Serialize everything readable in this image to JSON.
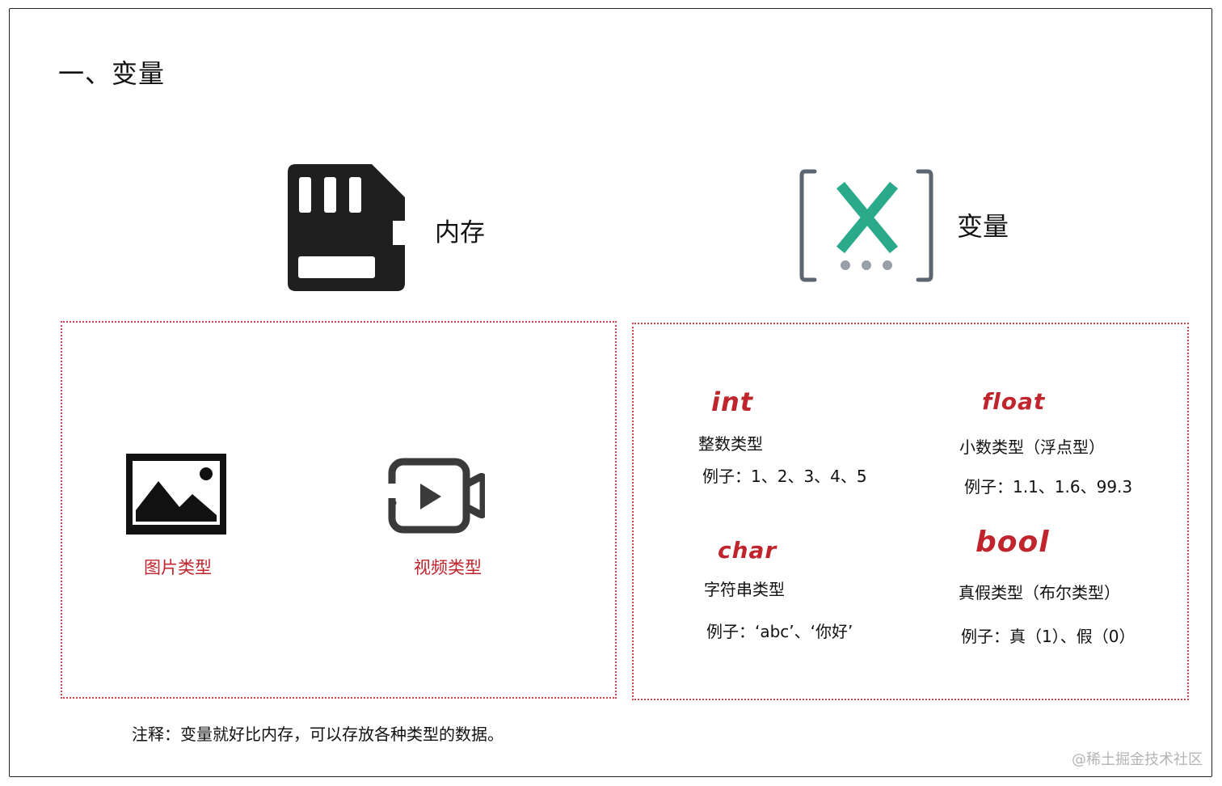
{
  "title": "一、变量",
  "memory": {
    "label": "内存",
    "icon": "sd-card-icon"
  },
  "variable": {
    "label": "变量",
    "icon": "variable-bracket-x-icon"
  },
  "left_box": {
    "picture": {
      "label": "图片类型",
      "icon": "picture-icon"
    },
    "video": {
      "label": "视频类型",
      "icon": "video-icon"
    }
  },
  "types": {
    "int": {
      "keyword": "int",
      "desc": "整数类型",
      "example": "例子：1、2、3、4、5"
    },
    "float": {
      "keyword": "float",
      "desc": "小数类型（浮点型）",
      "example": "例子：1.1、1.6、99.3"
    },
    "char": {
      "keyword": "char",
      "desc": "字符串类型",
      "example": "例子：‘abc’、‘你好’"
    },
    "bool": {
      "keyword": "bool",
      "desc": "真假类型（布尔类型）",
      "example": "例子：真（1）、假（0）"
    }
  },
  "note": "注释：变量就好比内存，可以存放各种类型的数据。",
  "watermark": "@稀土掘金技术社区",
  "colors": {
    "accent_red": "#c0242d",
    "dotted_border": "#d0414a",
    "x_green": "#2aaa8a",
    "bracket_gray": "#5c6670",
    "dot_gray": "#9aa0a8"
  }
}
